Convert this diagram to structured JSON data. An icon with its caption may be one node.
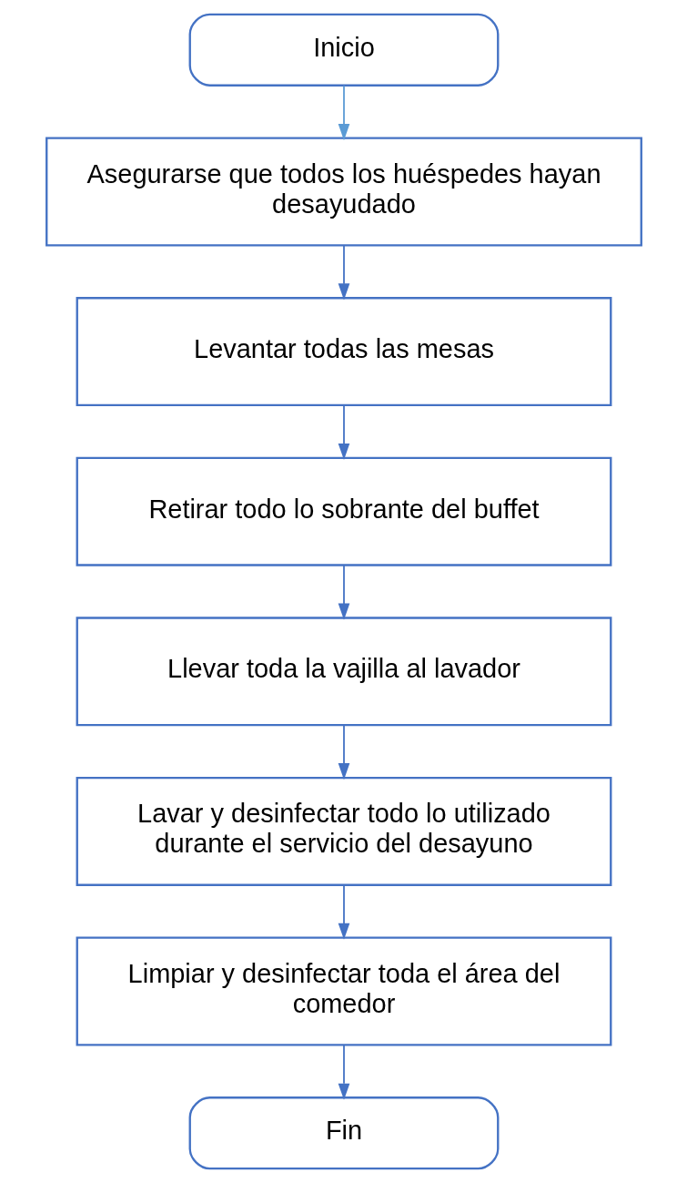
{
  "diagram": {
    "nodes": [
      {
        "text": [
          "Inicio"
        ]
      },
      {
        "text": [
          "Asegurarse que todos los huéspedes hayan desayudado"
        ]
      },
      {
        "text": [
          "Levantar todas las mesas"
        ]
      },
      {
        "text": [
          "Retirar todo lo sobrante del buffet"
        ]
      },
      {
        "text": [
          "Llevar toda la vajilla al lavador"
        ]
      },
      {
        "text": [
          "Lavar y desinfectar todo lo utilizado durante el servicio del desayuno"
        ]
      },
      {
        "text": [
          "Limpiar y desinfectar toda el área del comedor"
        ]
      },
      {
        "text": [
          "Fin"
        ]
      }
    ],
    "edges": [
      {
        "from": 0,
        "to": 1,
        "arrow": "to",
        "color": "#5b9bd5"
      },
      {
        "from": 1,
        "to": 2,
        "arrow": "to"
      },
      {
        "from": 2,
        "to": 3,
        "arrow": "to"
      },
      {
        "from": 3,
        "to": 4,
        "arrow": "to"
      },
      {
        "from": 4,
        "to": 5,
        "arrow": "to"
      },
      {
        "from": 5,
        "to": 6,
        "arrow": "to"
      },
      {
        "from": 6,
        "to": 7,
        "arrow": "to"
      }
    ]
  }
}
